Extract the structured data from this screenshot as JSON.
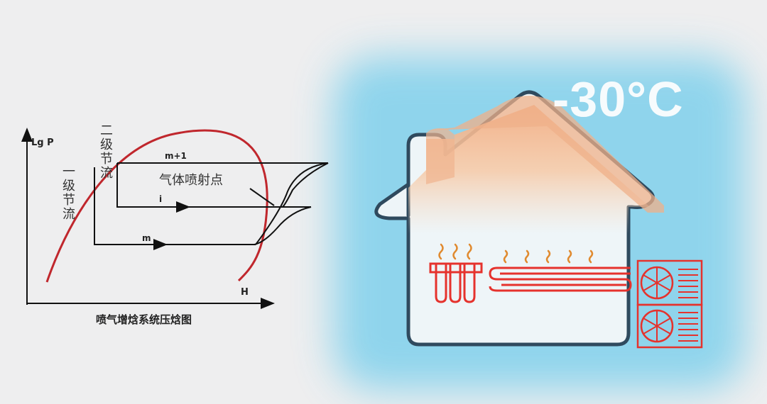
{
  "diagram": {
    "y_axis_label": "Lg P",
    "x_axis_label": "H",
    "caption": "喷气增焓系统压焓图",
    "second_stage_throttle": [
      "二",
      "级",
      "节",
      "流"
    ],
    "first_stage_throttle": [
      "一",
      "级",
      "节",
      "流"
    ],
    "line_m1": "m+1",
    "line_i": "i",
    "line_m": "m",
    "injection_point": "气体喷射点"
  },
  "scene": {
    "temperature": "-30°C"
  },
  "colors": {
    "saturation_curve": "#c0272d",
    "heater": "#e5322d",
    "steam": "#e08a2f",
    "house_outline": "#2f4a5e",
    "house_fill": "#eef5f8",
    "roof_warm": "#f2b48a",
    "glow": "#7fd0ec"
  }
}
